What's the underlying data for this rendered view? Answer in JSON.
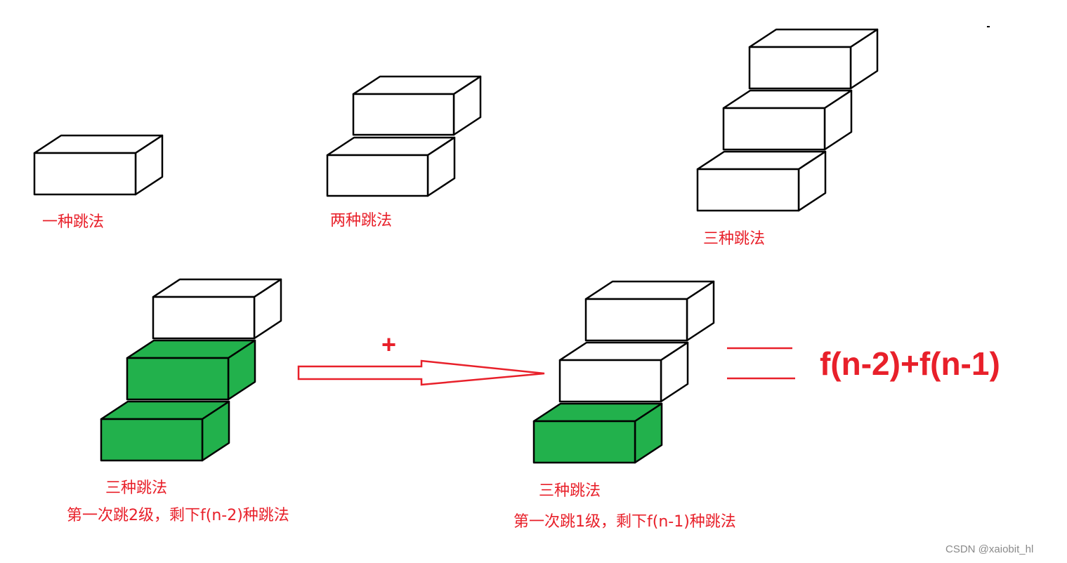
{
  "labels": {
    "one_way": "一种跳法",
    "two_ways": "两种跳法",
    "three_ways_top": "三种跳法",
    "three_ways_left": "三种跳法",
    "left_note": "第一次跳2级，剩下f(n-2)种跳法",
    "three_ways_right": "三种跳法",
    "right_note": "第一次跳1级，剩下f(n-1)种跳法"
  },
  "operator": "+",
  "formula": "f(n-2)+f(n-1)",
  "watermark": "CSDN @xaiobit_hl",
  "colors": {
    "label": "#e8202a",
    "highlight": "#22b14c",
    "outline": "#000000",
    "arrow": "#e8202a"
  }
}
